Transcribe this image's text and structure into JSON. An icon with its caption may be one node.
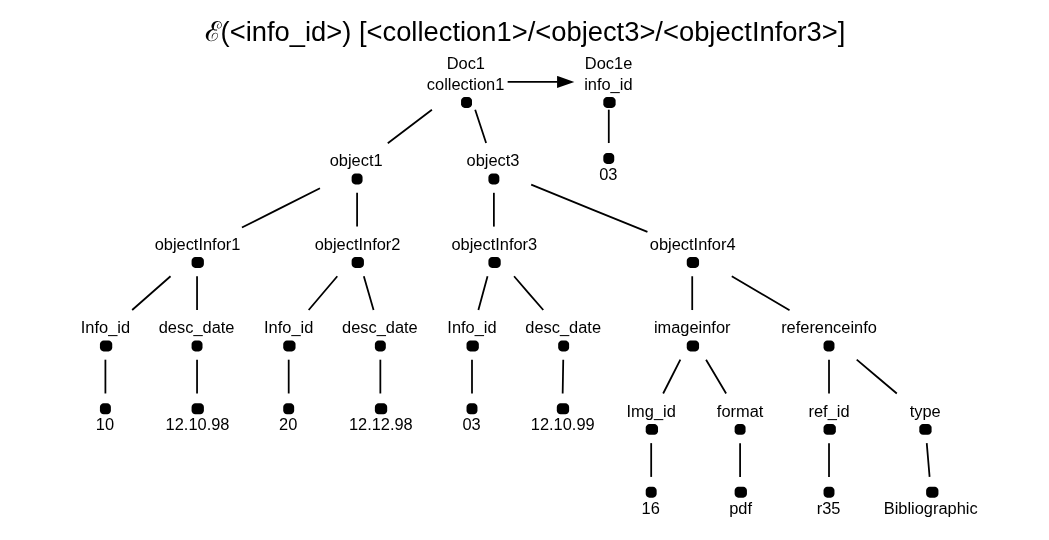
{
  "diagram": {
    "title": "ℰ(<info_id>) [<collection1>/<object3>/<objectInfor3>]",
    "nodes": [
      {
        "text": [
          "collection1"
        ],
        "beside": [
          "Doc1"
        ]
      },
      {
        "text": [
          "object1"
        ]
      },
      {
        "text": [
          "object3"
        ]
      },
      {
        "text": [
          "objectInfor1"
        ]
      },
      {
        "text": [
          "objectInfor2"
        ]
      },
      {
        "text": [
          "objectInfor3"
        ]
      },
      {
        "text": [
          "objectInfor4"
        ]
      },
      {
        "text": [
          "Info_id"
        ]
      },
      {
        "text": [
          "desc_date"
        ]
      },
      {
        "text": [
          "10"
        ]
      },
      {
        "text": [
          "12.10.98"
        ]
      },
      {
        "text": [
          "Info_id"
        ]
      },
      {
        "text": [
          "desc_date"
        ]
      },
      {
        "text": [
          "20"
        ]
      },
      {
        "text": [
          "12.12.98"
        ]
      },
      {
        "text": [
          "Info_id"
        ]
      },
      {
        "text": [
          "desc_date"
        ]
      },
      {
        "text": [
          "03"
        ]
      },
      {
        "text": [
          "12.10.99"
        ]
      },
      {
        "text": [
          "imageinfor"
        ]
      },
      {
        "text": [
          "referenceinfo"
        ]
      },
      {
        "text": [
          "Img_id"
        ]
      },
      {
        "text": [
          "format"
        ]
      },
      {
        "text": [
          "16"
        ]
      },
      {
        "text": [
          "pdf"
        ]
      },
      {
        "text": [
          "ref_id"
        ]
      },
      {
        "text": [
          "type"
        ]
      },
      {
        "text": [
          "r35"
        ]
      },
      {
        "text": [
          "Bibliographic"
        ]
      },
      {
        "text": [
          "info_id"
        ],
        "beside": [
          "Doc1e"
        ]
      },
      {
        "text": [
          "03"
        ]
      }
    ],
    "edges": [
      {
        "from": 0,
        "to": 1,
        "arrow": "none"
      },
      {
        "from": 0,
        "to": 2,
        "arrow": "none"
      },
      {
        "from": 1,
        "to": 3,
        "arrow": "none"
      },
      {
        "from": 1,
        "to": 4,
        "arrow": "none"
      },
      {
        "from": 2,
        "to": 5,
        "arrow": "none"
      },
      {
        "from": 2,
        "to": 6,
        "arrow": "none"
      },
      {
        "from": 3,
        "to": 7,
        "arrow": "none"
      },
      {
        "from": 3,
        "to": 8,
        "arrow": "none"
      },
      {
        "from": 7,
        "to": 9,
        "arrow": "none"
      },
      {
        "from": 8,
        "to": 10,
        "arrow": "none"
      },
      {
        "from": 4,
        "to": 11,
        "arrow": "none"
      },
      {
        "from": 4,
        "to": 12,
        "arrow": "none"
      },
      {
        "from": 11,
        "to": 13,
        "arrow": "none"
      },
      {
        "from": 12,
        "to": 14,
        "arrow": "none"
      },
      {
        "from": 5,
        "to": 15,
        "arrow": "none"
      },
      {
        "from": 5,
        "to": 16,
        "arrow": "none"
      },
      {
        "from": 15,
        "to": 17,
        "arrow": "none"
      },
      {
        "from": 16,
        "to": 18,
        "arrow": "none"
      },
      {
        "from": 6,
        "to": 19,
        "arrow": "none"
      },
      {
        "from": 6,
        "to": 20,
        "arrow": "none"
      },
      {
        "from": 19,
        "to": 21,
        "arrow": "none"
      },
      {
        "from": 19,
        "to": 22,
        "arrow": "none"
      },
      {
        "from": 21,
        "to": 23,
        "arrow": "none"
      },
      {
        "from": 22,
        "to": 24,
        "arrow": "none"
      },
      {
        "from": 20,
        "to": 25,
        "arrow": "none"
      },
      {
        "from": 20,
        "to": 26,
        "arrow": "none"
      },
      {
        "from": 25,
        "to": 27,
        "arrow": "none"
      },
      {
        "from": 26,
        "to": 28,
        "arrow": "none"
      },
      {
        "from": 29,
        "to": 30,
        "arrow": "none"
      },
      {
        "from": 0,
        "to": 29,
        "arrow": "to"
      }
    ]
  }
}
